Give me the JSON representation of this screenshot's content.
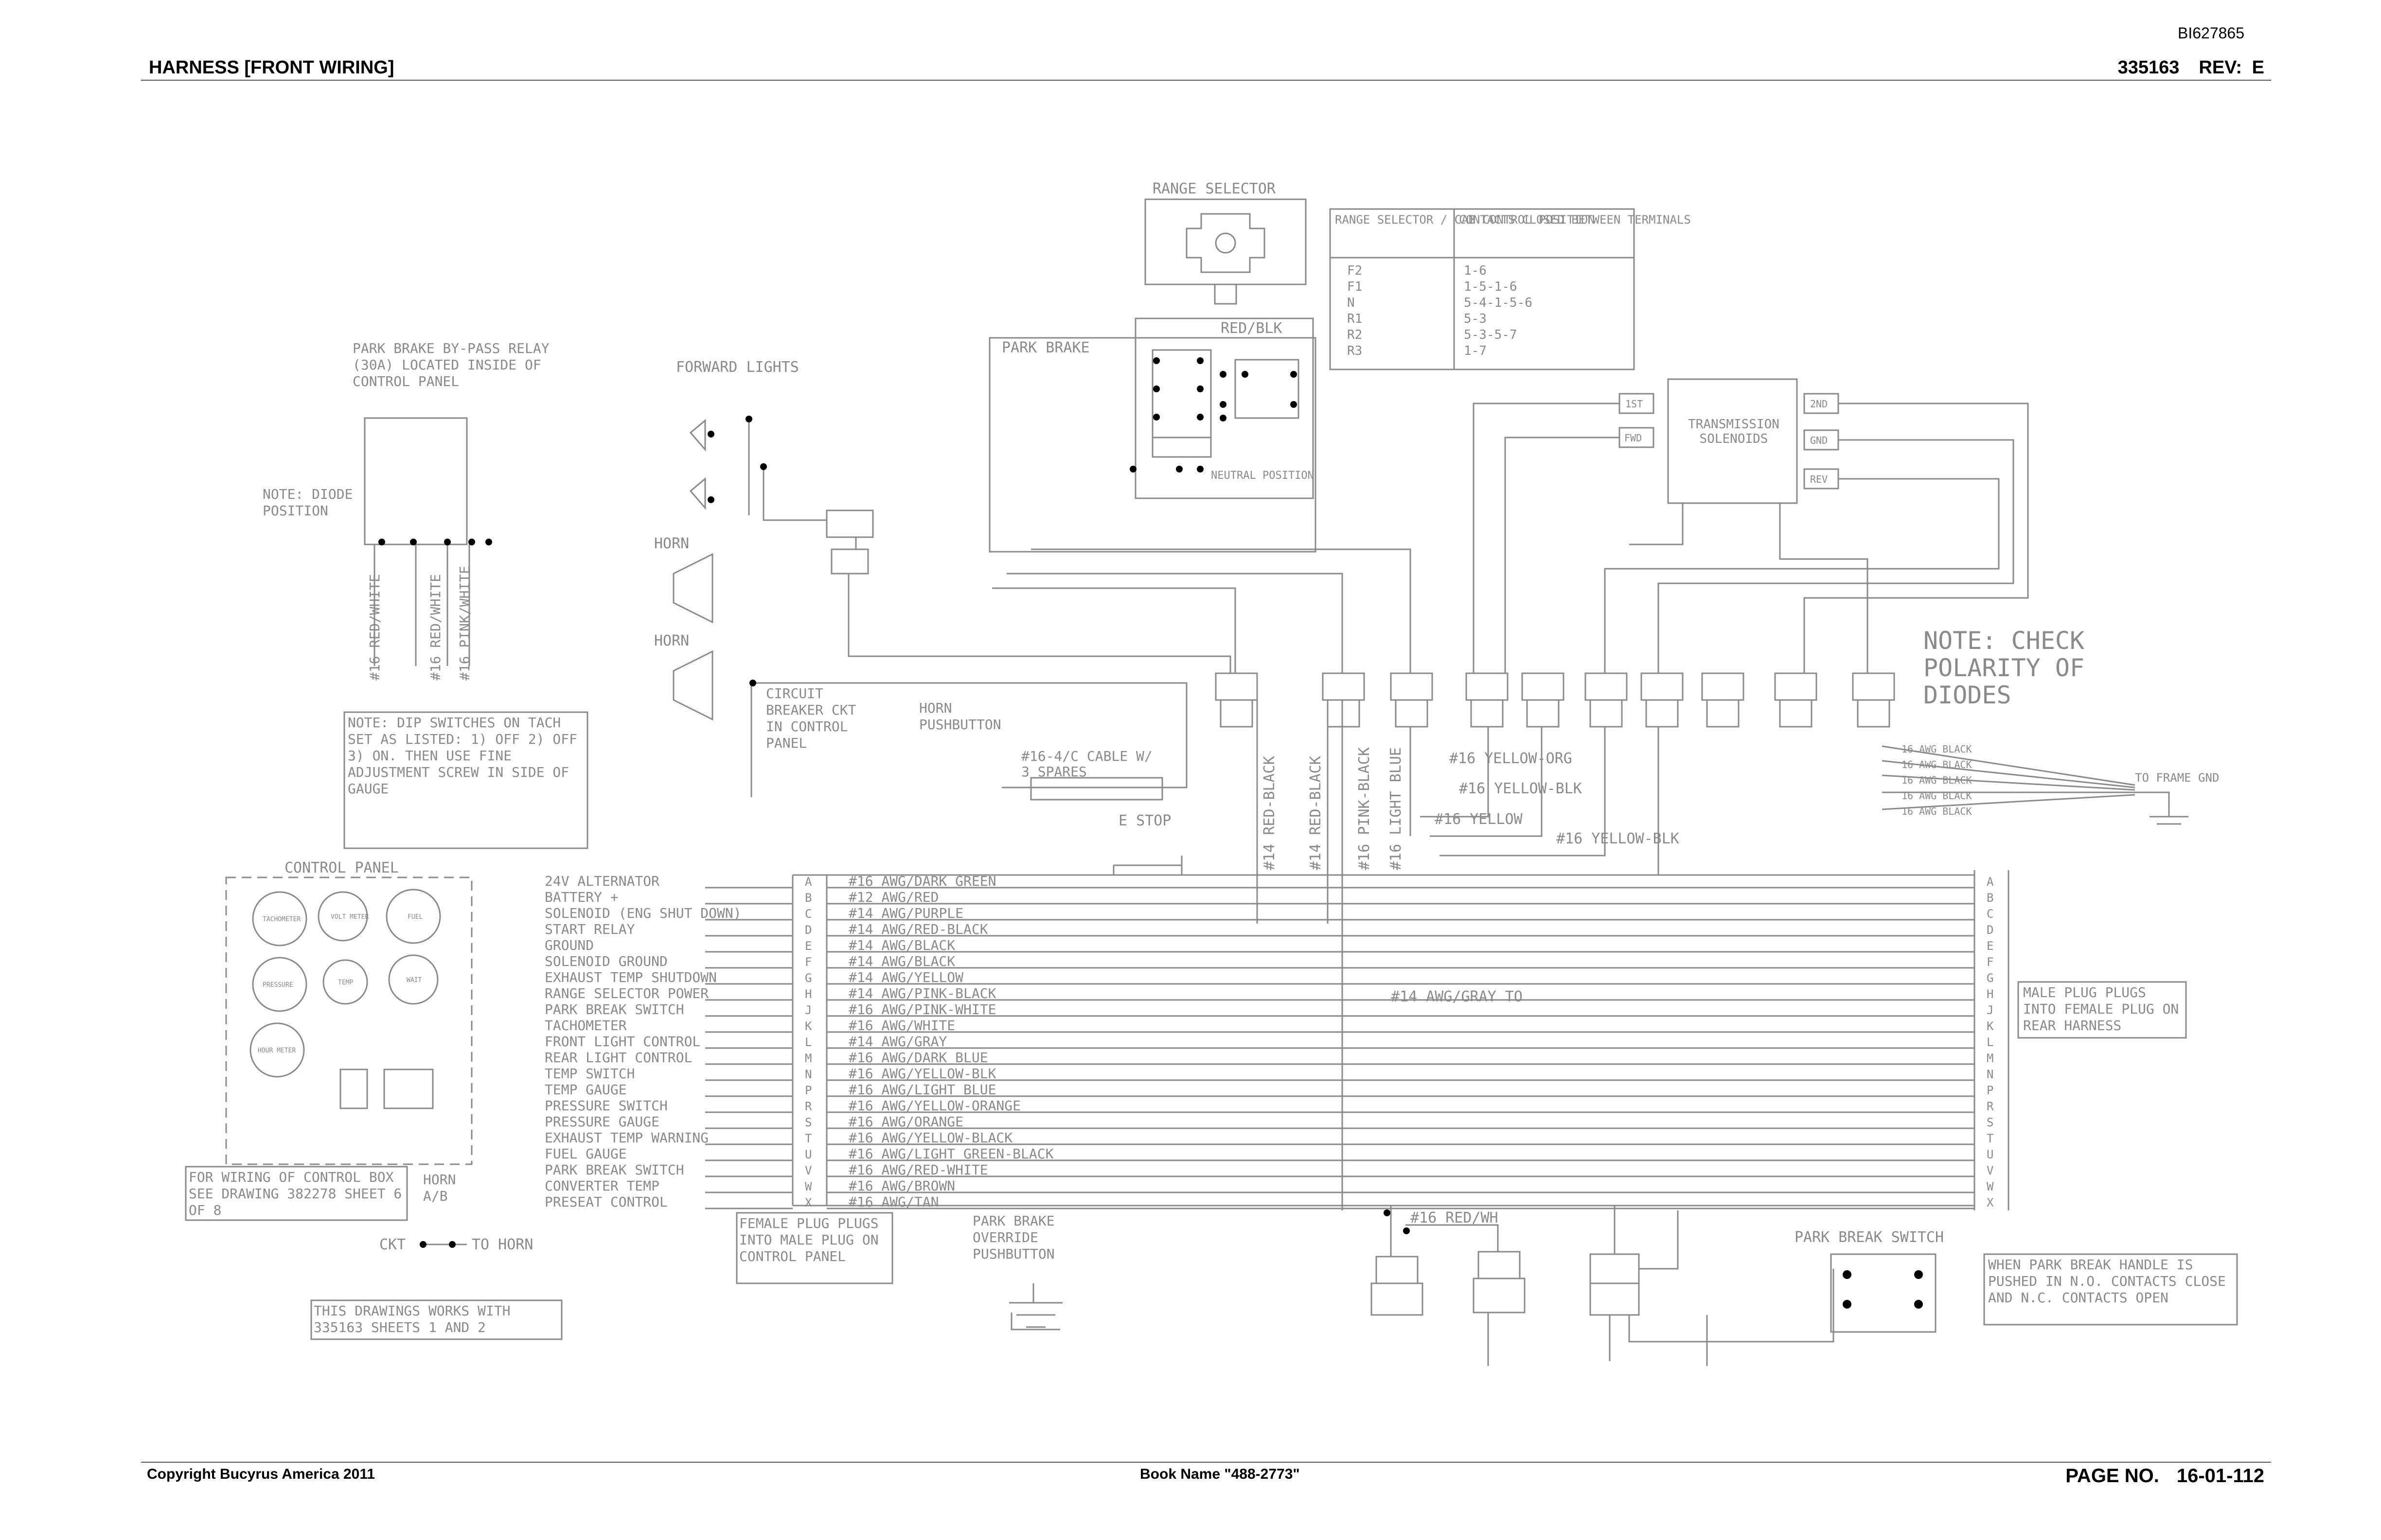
{
  "header": {
    "doc_id": "BI627865",
    "title": "HARNESS [FRONT WIRING]",
    "part_number": "335163",
    "rev_label": "REV:",
    "rev_value": "E"
  },
  "footer": {
    "copyright": "Copyright Bucyrus America 2011",
    "book_name": "Book Name \"488-2773\"",
    "page_label": "PAGE NO.",
    "page_value": "16-01-112"
  },
  "diagram": {
    "range_selector": "RANGE SELECTOR",
    "range_table": {
      "head": [
        "RANGE SELECTOR / CAB CONTROL POSITION",
        "CONTACTS CLOSED BETWEEN TERMINALS"
      ],
      "rows": [
        [
          "F2",
          "1-6"
        ],
        [
          "F1",
          "1-5-1-6"
        ],
        [
          "N",
          "5-4-1-5-6"
        ],
        [
          "R1",
          "5-3"
        ],
        [
          "R2",
          "5-3-5-7"
        ],
        [
          "R3",
          "1-7"
        ]
      ]
    },
    "park_brake": "PARK BRAKE",
    "red_blk": "RED/BLK",
    "neutral_position": "NEUTRAL POSITION",
    "forward_lights": "FORWARD LIGHTS",
    "horn": "HORN",
    "park_brake_relay_note": "PARK BRAKE BY-PASS RELAY (30A) LOCATED INSIDE OF CONTROL PANEL",
    "note_position": "NOTE: DIODE POSITION",
    "relay_wires": [
      "#16 RED/WHITE",
      "#16 RED/WHITE",
      "#16 PINK/WHITE"
    ],
    "circuit_breaker": "CIRCUIT BREAKER CKT IN CONTROL PANEL",
    "horn_pushbutton": "HORN PUSHBUTTON",
    "cable_note": "#16-4/C CABLE W/ 3 SPARES",
    "e_stop": "E STOP",
    "transmission_solenoids": "TRANSMISSION SOLENOIDS",
    "solenoid_labels": [
      "1ST",
      "2ND",
      "FWD",
      "GND",
      "REV"
    ],
    "note_polarity": "NOTE: CHECK POLARITY OF DIODES",
    "frame_ground_wires": [
      "16 AWG BLACK",
      "16 AWG BLACK",
      "16 AWG BLACK",
      "16 AWG BLACK",
      "16 AWG BLACK"
    ],
    "to_frame_gnd": "TO FRAME GND",
    "yellow_wires": [
      "#16 YELLOW-ORG",
      "#16 YELLOW-BLK",
      "#16 YELLOW",
      "#16 YELLOW-BLK"
    ],
    "vertical_wires": [
      "#14 RED-BLACK",
      "#14 RED-BLACK",
      "#16 PINK-BLACK",
      "#16 LIGHT BLUE"
    ],
    "dip_note": "NOTE: DIP SWITCHES ON TACH SET AS LISTED: 1) OFF 2) OFF 3) ON. THEN USE FINE ADJUSTMENT SCREW IN SIDE OF GAUGE",
    "control_panel": "CONTROL PANEL",
    "gauges": [
      "TACHOMETER",
      "VOLT METER",
      "FUEL",
      "TEMP",
      "PRESSURE",
      "WAIT",
      "HOUR METER"
    ],
    "functions": [
      {
        "pin": "A",
        "func": "24V ALTERNATOR",
        "wire": "#16 AWG/DARK GREEN"
      },
      {
        "pin": "B",
        "func": "BATTERY +",
        "wire": "#12 AWG/RED"
      },
      {
        "pin": "C",
        "func": "SOLENOID (ENG SHUT DOWN)",
        "wire": "#14 AWG/PURPLE"
      },
      {
        "pin": "D",
        "func": "START RELAY",
        "wire": "#14 AWG/RED-BLACK"
      },
      {
        "pin": "E",
        "func": "GROUND",
        "wire": "#14 AWG/BLACK"
      },
      {
        "pin": "F",
        "func": "SOLENOID GROUND",
        "wire": "#14 AWG/BLACK"
      },
      {
        "pin": "G",
        "func": "EXHAUST TEMP SHUTDOWN",
        "wire": "#14 AWG/YELLOW"
      },
      {
        "pin": "H",
        "func": "RANGE SELECTOR POWER",
        "wire": "#14 AWG/PINK-BLACK"
      },
      {
        "pin": "J",
        "func": "PARK BREAK SWITCH",
        "wire": "#16 AWG/PINK-WHITE"
      },
      {
        "pin": "K",
        "func": "TACHOMETER",
        "wire": "#16 AWG/WHITE"
      },
      {
        "pin": "L",
        "func": "FRONT LIGHT CONTROL",
        "wire": "#14 AWG/GRAY"
      },
      {
        "pin": "M",
        "func": "REAR LIGHT CONTROL",
        "wire": "#16 AWG/DARK BLUE"
      },
      {
        "pin": "N",
        "func": "TEMP SWITCH",
        "wire": "#16 AWG/YELLOW-BLK"
      },
      {
        "pin": "P",
        "func": "TEMP GAUGE",
        "wire": "#16 AWG/LIGHT BLUE"
      },
      {
        "pin": "R",
        "func": "PRESSURE SWITCH",
        "wire": "#16 AWG/YELLOW-ORANGE"
      },
      {
        "pin": "S",
        "func": "PRESSURE GAUGE",
        "wire": "#16 AWG/ORANGE"
      },
      {
        "pin": "T",
        "func": "EXHAUST TEMP WARNING",
        "wire": "#16 AWG/YELLOW-BLACK"
      },
      {
        "pin": "U",
        "func": "FUEL GAUGE",
        "wire": "#16 AWG/LIGHT GREEN-BLACK"
      },
      {
        "pin": "V",
        "func": "PARK BREAK SWITCH",
        "wire": "#16 AWG/RED-WHITE"
      },
      {
        "pin": "W",
        "func": "CONVERTER TEMP",
        "wire": "#16 AWG/BROWN"
      },
      {
        "pin": "X",
        "func": "PRESEAT CONTROL",
        "wire": "#16 AWG/TAN"
      }
    ],
    "gray_wire": "#14 AWG/GRAY TO",
    "male_plug_note": "MALE PLUG PLUGS INTO FEMALE PLUG ON REAR HARNESS",
    "control_box_note": "FOR WIRING OF CONTROL BOX SEE DRAWING 382278 SHEET 6 OF 8",
    "horn_avb": "HORN A/B",
    "ckt": "CKT",
    "to_horn": "TO HORN",
    "female_plug_note": "FEMALE PLUG PLUGS INTO MALE PLUG ON CONTROL PANEL",
    "park_override": "PARK BRAKE OVERRIDE PUSHBUTTON",
    "red_wh": "#16 RED/WH",
    "park_break_switch": "PARK BREAK SWITCH",
    "park_handle_note": "WHEN PARK BREAK HANDLE IS PUSHED IN N.O. CONTACTS CLOSE AND N.C. CONTACTS OPEN",
    "works_with_note": "THIS DRAWINGS WORKS WITH 335163 SHEETS 1 AND 2"
  }
}
